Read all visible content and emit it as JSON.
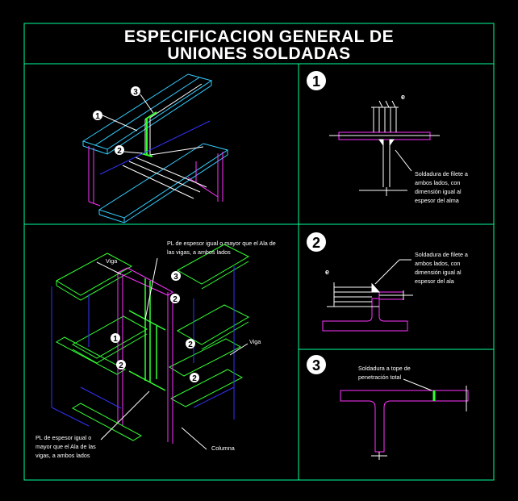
{
  "title": {
    "line1": "ESPECIFICACION GENERAL DE",
    "line2": "UNIONES SOLDADAS"
  },
  "detail_numbers": [
    "1",
    "2",
    "3"
  ],
  "callouts": {
    "c1": "1",
    "c2": "2",
    "c3": "3"
  },
  "detail1": {
    "symbol": "e",
    "note": [
      "Soldadura de filete a",
      "ambos lados,  con",
      "dimensión igual al",
      "espesor del alma"
    ]
  },
  "detail2": {
    "symbol": "e",
    "note": [
      "Soldadura de filete a",
      "ambos lados,  con",
      "dimensión igual al",
      "espesor del ala"
    ]
  },
  "detail3": {
    "note": [
      "Soldadura a tope de",
      "penetración total"
    ]
  },
  "iso2": {
    "plate_note_top": [
      "PL  de espesor igual o mayor que el Ala de",
      "las vigas,  a ambos lados"
    ],
    "plate_note_bottom": [
      "PL  de espesor igual o",
      "mayor que el Ala de las",
      "vigas,  a ambos lados"
    ],
    "viga_left": "Viga",
    "viga_right": "Viga",
    "columna": "Columna"
  },
  "colors": {
    "frame": "#00ff99",
    "magenta": "#ff33ff",
    "cyan": "#33ccff",
    "green": "#33ff33",
    "blue": "#3333ff",
    "white": "#ffffff"
  }
}
